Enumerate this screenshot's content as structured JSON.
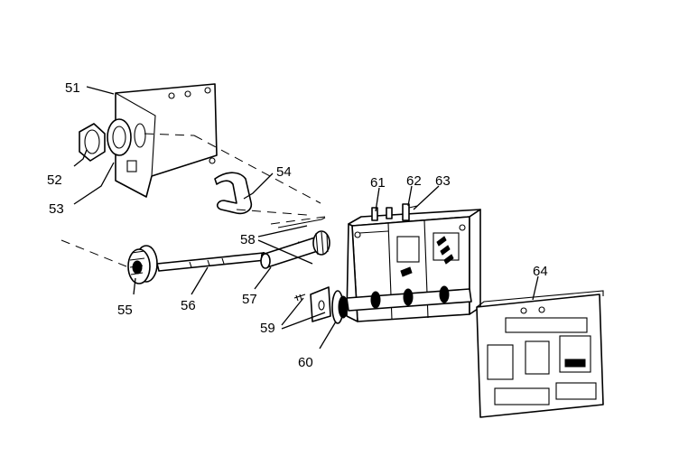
{
  "callouts": [
    {
      "id": "51",
      "label": "51"
    },
    {
      "id": "52",
      "label": "52"
    },
    {
      "id": "53",
      "label": "53"
    },
    {
      "id": "54",
      "label": "54"
    },
    {
      "id": "55",
      "label": "55"
    },
    {
      "id": "56",
      "label": "56"
    },
    {
      "id": "57",
      "label": "57"
    },
    {
      "id": "58",
      "label": "58"
    },
    {
      "id": "59",
      "label": "59"
    },
    {
      "id": "60",
      "label": "60"
    },
    {
      "id": "61",
      "label": "61"
    },
    {
      "id": "62",
      "label": "62"
    },
    {
      "id": "63",
      "label": "63"
    },
    {
      "id": "64",
      "label": "64"
    }
  ]
}
